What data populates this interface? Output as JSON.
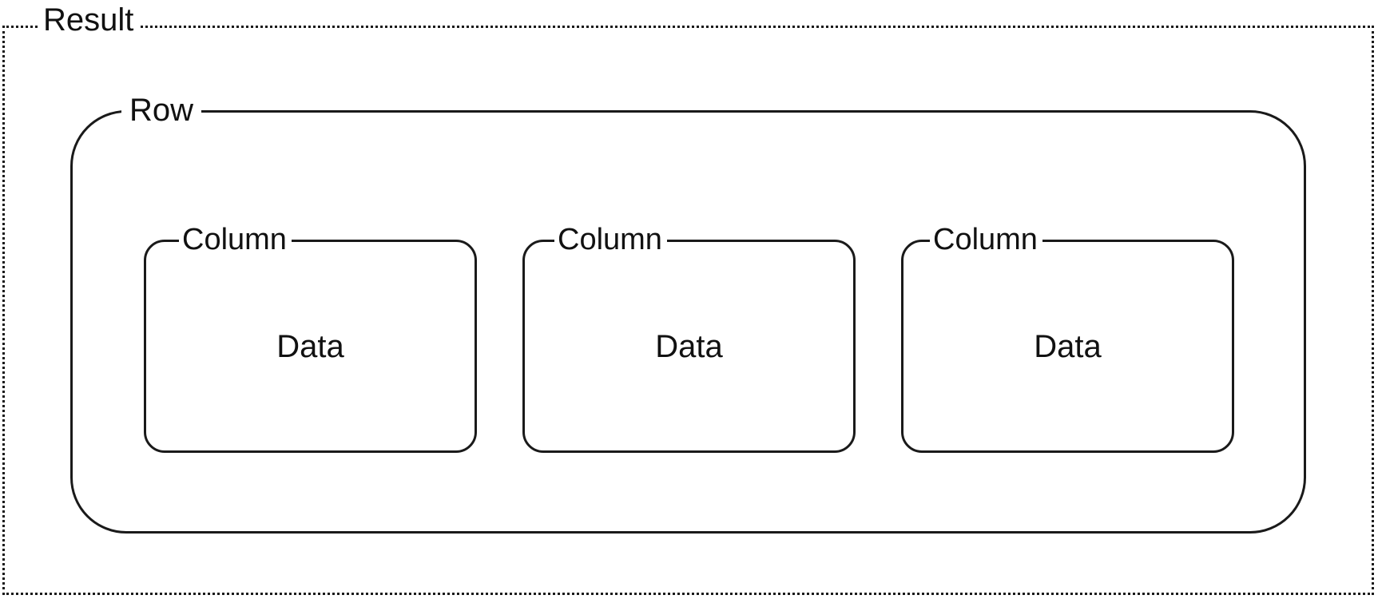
{
  "result": {
    "label": "Result"
  },
  "row": {
    "label": "Row"
  },
  "columns": [
    {
      "label": "Column",
      "content": "Data"
    },
    {
      "label": "Column",
      "content": "Data"
    },
    {
      "label": "Column",
      "content": "Data"
    }
  ]
}
